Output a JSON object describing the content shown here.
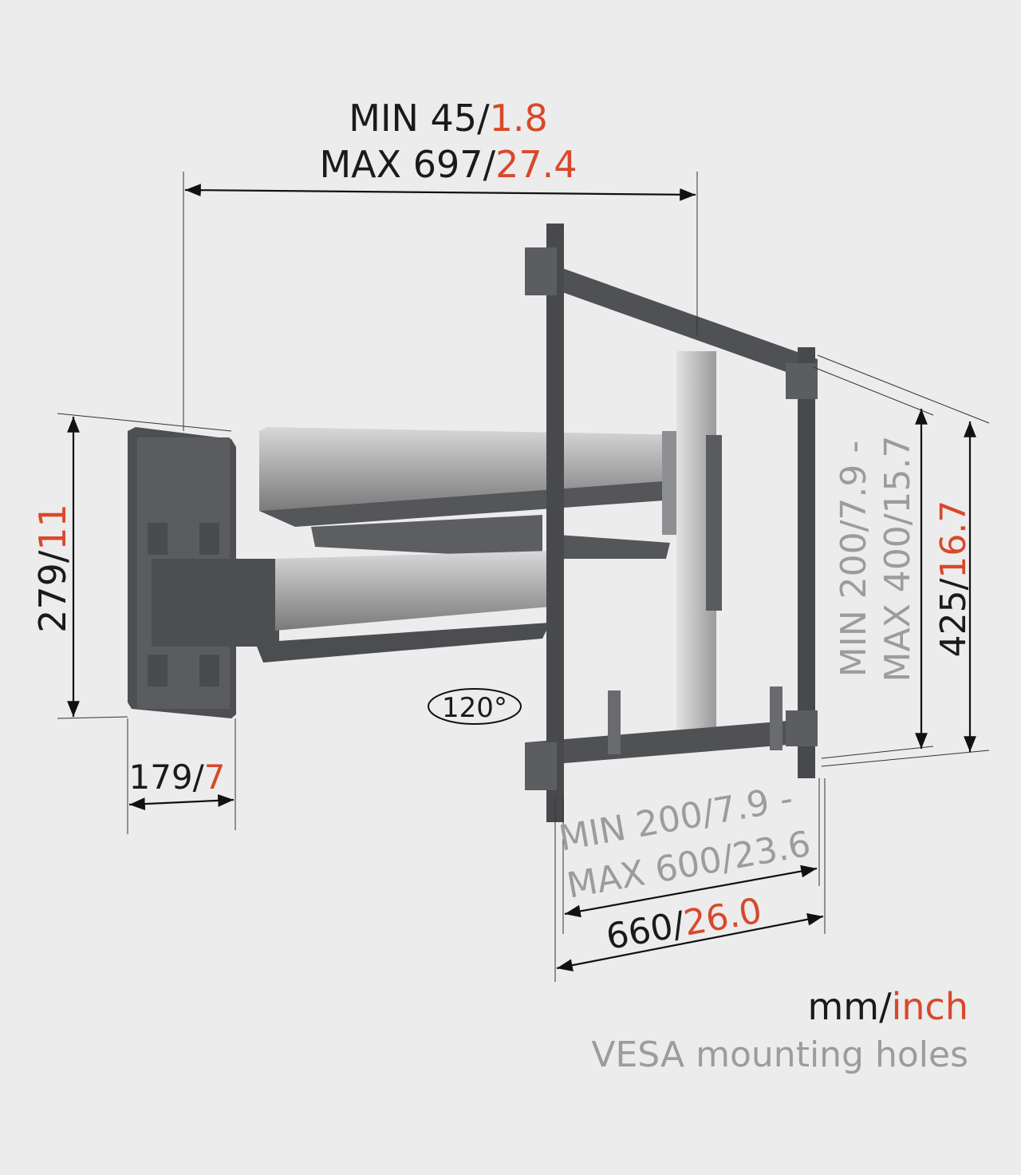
{
  "colors": {
    "background": "#ececec",
    "primary_text": "#1a1a1a",
    "inch_text": "#d9482b",
    "vesa_text": "#9c9c9c"
  },
  "dimensions": {
    "overall_depth": {
      "min_mm": "MIN 45/",
      "min_in": "1.8",
      "max_mm": "MAX 697/",
      "max_in": "27.4"
    },
    "wall_plate_height": {
      "mm": "279/",
      "in": "11"
    },
    "wall_plate_width": {
      "mm": "179/",
      "in": "7"
    },
    "rotation": {
      "label": "120°"
    },
    "vesa_vertical": {
      "min_mm": "MIN 200/",
      "min_in": "7.9 -",
      "max_mm": "MAX 400/",
      "max_in": "15.7"
    },
    "tv_plate_height": {
      "mm": "425/",
      "in": "16.7"
    },
    "vesa_horizontal": {
      "min_mm": "MIN 200/",
      "min_in": "7.9 -",
      "max_mm": "MAX 600/",
      "max_in": "23.6"
    },
    "tv_plate_width": {
      "mm": "660/",
      "in": "26.0"
    }
  },
  "legend": {
    "unit_mm": "mm/",
    "unit_inch": "inch",
    "vesa_note": "VESA mounting holes"
  }
}
